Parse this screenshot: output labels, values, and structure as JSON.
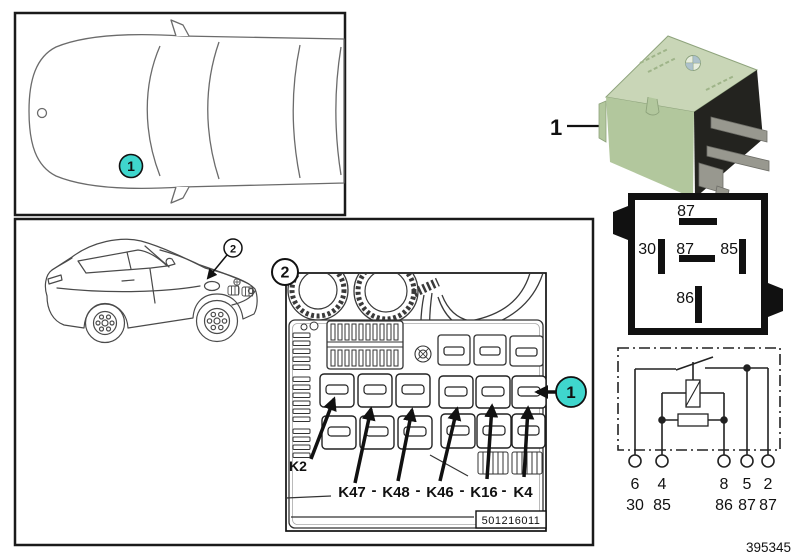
{
  "page": {
    "doc_number": "395345"
  },
  "colors": {
    "callout": "#3fd6cd",
    "relay_top": "#c9d6b7",
    "relay_front": "#b2c79d",
    "relay_side": "#23231f",
    "relay_pin": "#98988f"
  },
  "top_panel": {
    "callout_label": "1"
  },
  "location_panel": {
    "car_callout_label": "2",
    "inset_callout_label": "2",
    "relay_callout_label": "1",
    "fusebox_id": "501216011",
    "k2_label": "K2",
    "relay_row_labels": [
      "K47",
      "K48",
      "K46",
      "K16",
      "K4"
    ],
    "separator": "-"
  },
  "relay_photo": {
    "callout_label": "1"
  },
  "pin_diagram": {
    "top_label": "87",
    "left_label": "30",
    "center_label": "87",
    "right_label": "85",
    "bottom_label": "86"
  },
  "schematic": {
    "pin_numbers": [
      "6",
      "4",
      "8",
      "5",
      "2"
    ],
    "terminal_numbers": [
      "30",
      "85",
      "86",
      "87",
      "87"
    ]
  }
}
